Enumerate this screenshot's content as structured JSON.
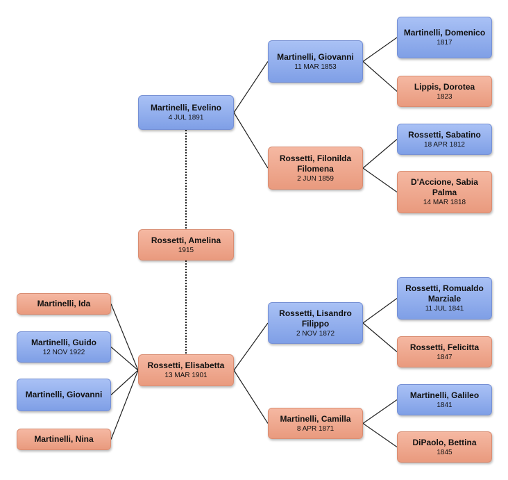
{
  "colors": {
    "male": "#8fabed",
    "female": "#ef a88e",
    "line": "#222222"
  },
  "people": {
    "evelino": {
      "name": "Martinelli, Evelino",
      "date": "4 JUL 1891",
      "sex": "male"
    },
    "giovanni_1853": {
      "name": "Martinelli, Giovanni",
      "date": "11 MAR 1853",
      "sex": "male"
    },
    "domenico": {
      "name": "Martinelli, Domenico",
      "date": "1817",
      "sex": "male"
    },
    "dorotea": {
      "name": "Lippis, Dorotea",
      "date": "1823",
      "sex": "female"
    },
    "filonilda": {
      "name": "Rossetti, Filonilda Filomena",
      "date": "2 JUN 1859",
      "sex": "female"
    },
    "sabatino": {
      "name": "Rossetti, Sabatino",
      "date": "18 APR 1812",
      "sex": "male"
    },
    "sabia": {
      "name": "D'Accione, Sabia Palma",
      "date": "14 MAR 1818",
      "sex": "female"
    },
    "amelina": {
      "name": "Rossetti, Amelina",
      "date": "1915",
      "sex": "female"
    },
    "elisabetta": {
      "name": "Rossetti, Elisabetta",
      "date": "13 MAR 1901",
      "sex": "female"
    },
    "ida": {
      "name": "Martinelli, Ida",
      "date": "",
      "sex": "female"
    },
    "guido": {
      "name": "Martinelli, Guido",
      "date": "12 NOV 1922",
      "sex": "male"
    },
    "giovanni_child": {
      "name": "Martinelli, Giovanni",
      "date": "",
      "sex": "male"
    },
    "nina": {
      "name": "Martinelli, Nina",
      "date": "",
      "sex": "female"
    },
    "lisandro": {
      "name": "Rossetti, Lisandro Filippo",
      "date": "2 NOV 1872",
      "sex": "male"
    },
    "romualdo": {
      "name": "Rossetti, Romualdo Marziale",
      "date": "11 JUL 1841",
      "sex": "male"
    },
    "felicitta": {
      "name": "Rossetti, Felicitta",
      "date": "1847",
      "sex": "female"
    },
    "camilla": {
      "name": "Martinelli, Camilla",
      "date": "8 APR 1871",
      "sex": "female"
    },
    "galileo": {
      "name": "Martinelli, Galileo",
      "date": "1841",
      "sex": "male"
    },
    "bettina": {
      "name": "DiPaolo, Bettina",
      "date": "1845",
      "sex": "female"
    }
  },
  "links": [
    {
      "from": "evelino",
      "to": "giovanni_1853",
      "style": "solid"
    },
    {
      "from": "evelino",
      "to": "filonilda",
      "style": "solid"
    },
    {
      "from": "giovanni_1853",
      "to": "domenico",
      "style": "solid"
    },
    {
      "from": "giovanni_1853",
      "to": "dorotea",
      "style": "solid"
    },
    {
      "from": "filonilda",
      "to": "sabatino",
      "style": "solid"
    },
    {
      "from": "filonilda",
      "to": "sabia",
      "style": "solid"
    },
    {
      "from": "elisabetta",
      "to": "lisandro",
      "style": "solid"
    },
    {
      "from": "elisabetta",
      "to": "camilla",
      "style": "solid"
    },
    {
      "from": "lisandro",
      "to": "romualdo",
      "style": "solid"
    },
    {
      "from": "lisandro",
      "to": "felicitta",
      "style": "solid"
    },
    {
      "from": "camilla",
      "to": "galileo",
      "style": "solid"
    },
    {
      "from": "camilla",
      "to": "bettina",
      "style": "solid"
    },
    {
      "from": "elisabetta",
      "to": "ida",
      "style": "solid"
    },
    {
      "from": "elisabetta",
      "to": "guido",
      "style": "solid"
    },
    {
      "from": "elisabetta",
      "to": "giovanni_child",
      "style": "solid"
    },
    {
      "from": "elisabetta",
      "to": "nina",
      "style": "solid"
    },
    {
      "from": "evelino",
      "to": "elisabetta",
      "style": "dotted"
    }
  ]
}
